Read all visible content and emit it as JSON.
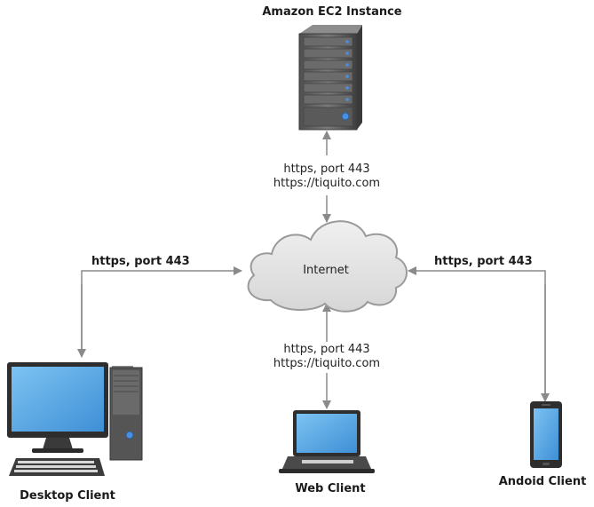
{
  "nodes": {
    "server_title": "Amazon EC2 Instance",
    "internet": "Internet",
    "desktop": "Desktop Client",
    "web": "Web Client",
    "android": "Andoid Client"
  },
  "edges": {
    "top_line1": "https, port 443",
    "top_line2": "https://tiquito.com",
    "bottom_line1": "https, port 443",
    "bottom_line2": "https://tiquito.com",
    "left": "https, port 443",
    "right": "https, port 443"
  },
  "colors": {
    "line": "#8a8a8a",
    "cloud_fill": "#e3e3e3",
    "cloud_stroke": "#9a9a9a",
    "server_body": "#5f5f5f",
    "screen": "#5aaee8",
    "led": "#4a90e2"
  }
}
